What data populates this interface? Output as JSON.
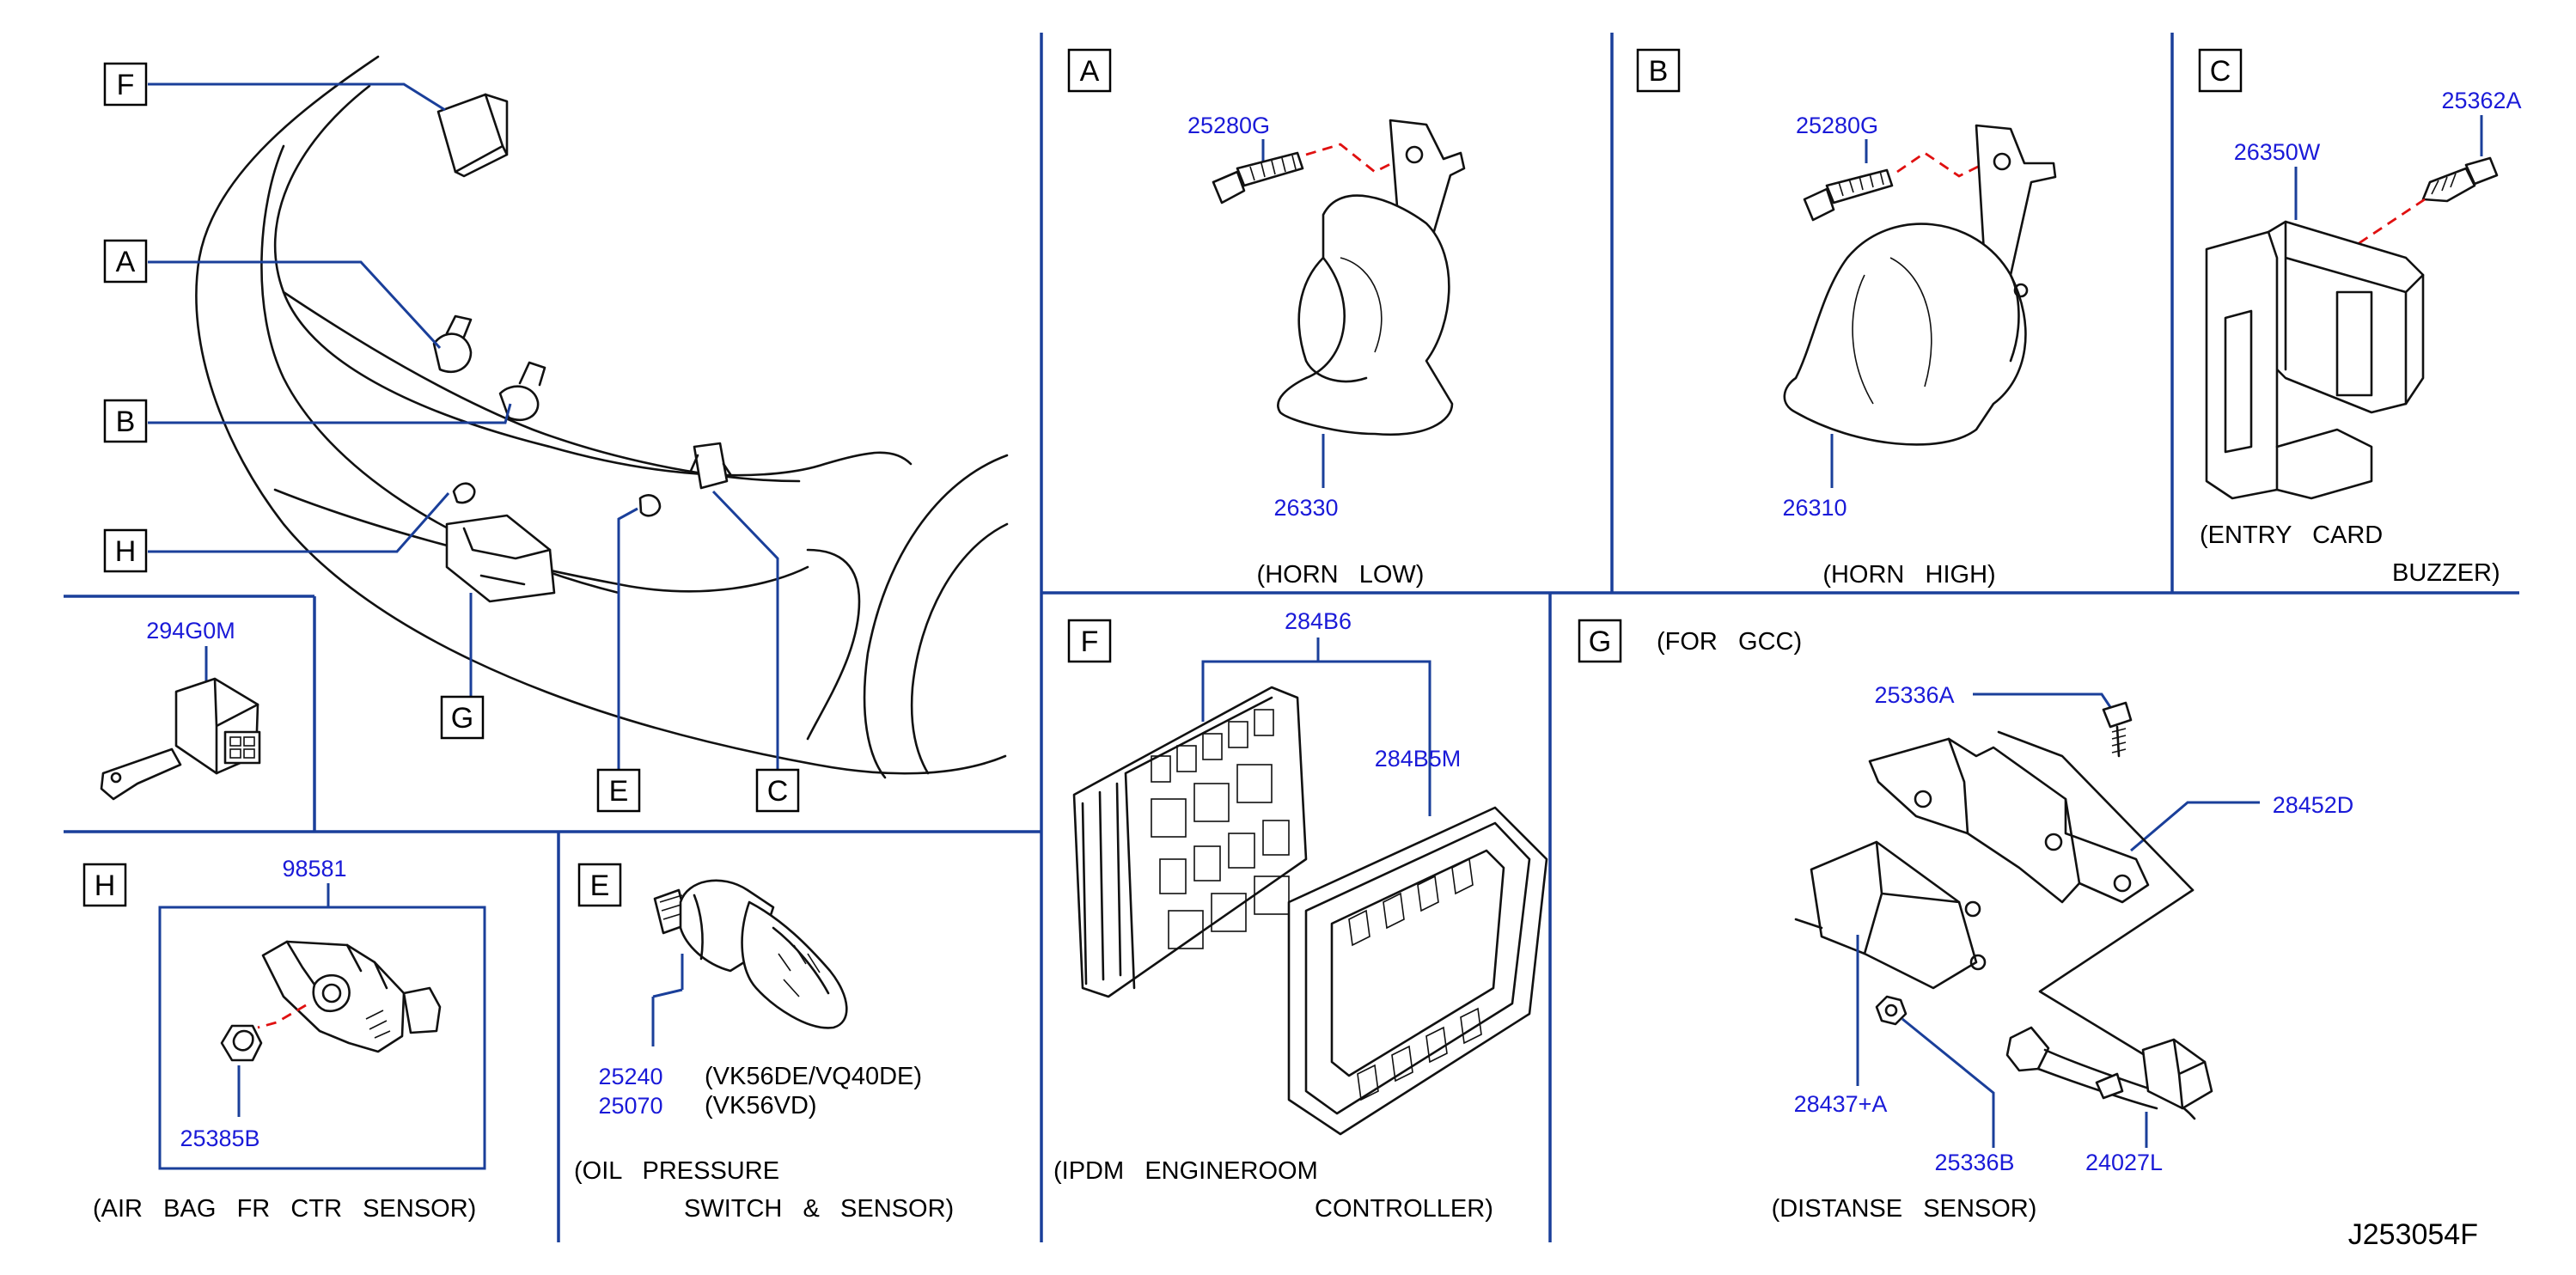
{
  "drawing_id": "J253054F",
  "overview": {
    "callouts": [
      "F",
      "A",
      "B",
      "H",
      "G",
      "E",
      "C"
    ]
  },
  "panels": {
    "a": {
      "letter": "A",
      "parts": [
        "25280G",
        "26330"
      ],
      "caption": "(HORN   LOW)"
    },
    "b": {
      "letter": "B",
      "parts": [
        "25280G",
        "26310"
      ],
      "caption": "(HORN   HIGH)"
    },
    "c": {
      "letter": "C",
      "parts": [
        "26350W",
        "25362A"
      ],
      "caption_line1": "(ENTRY   CARD",
      "caption_line2": "BUZZER)"
    },
    "sensor_294": {
      "parts": [
        "294G0M"
      ]
    },
    "f": {
      "letter": "F",
      "parts": [
        "284B6",
        "284B5M"
      ],
      "caption_line1": "(IPDM   ENGINEROOM",
      "caption_line2": "CONTROLLER)"
    },
    "g": {
      "letter": "G",
      "note": "(FOR   GCC)",
      "parts": [
        "25336A",
        "28452D",
        "28437+A",
        "25336B",
        "24027L"
      ],
      "caption": "(DISTANSE   SENSOR)"
    },
    "h": {
      "letter": "H",
      "parts": [
        "98581",
        "25385B"
      ],
      "caption": "(AIR   BAG   FR   CTR   SENSOR)"
    },
    "e": {
      "letter": "E",
      "parts": [
        "25240",
        "25070"
      ],
      "variants": [
        "(VK56DE/VQ40DE)",
        "(VK56VD)"
      ],
      "caption_line1": "(OIL   PRESSURE",
      "caption_line2": "SWITCH   &   SENSOR)"
    }
  },
  "colors": {
    "part_number": "#1a1ad8",
    "leader": "#1a3f9a",
    "divider": "#1a3f9a",
    "dashed_guide": "#e01010"
  }
}
